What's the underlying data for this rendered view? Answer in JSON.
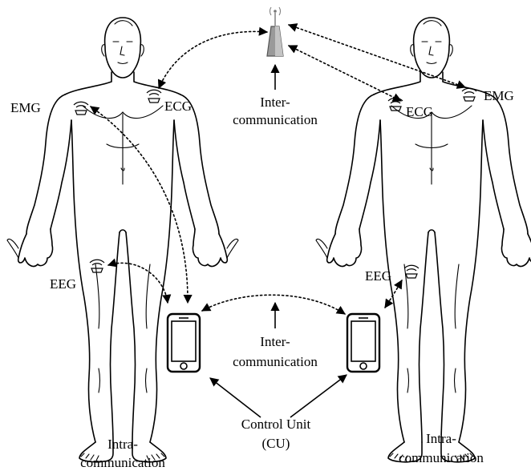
{
  "labels": {
    "ecg_left": "ECG",
    "emg_left": "EMG",
    "eeg_left": "EEG",
    "ecg_right": "ECG",
    "emg_right": "EMG",
    "eeg_right": "EEG",
    "inter_top_line1": "Inter-",
    "inter_top_line2": "communication",
    "inter_mid_line1": "Inter-",
    "inter_mid_line2": "communication",
    "control_unit_line1": "Control Unit",
    "control_unit_line2": "(CU)",
    "intra_left_line1": "Intra-",
    "intra_left_line2": "communication",
    "intra_right_line1": "Intra-",
    "intra_right_line2": "communication"
  },
  "icons": {
    "tower": "antenna-tower-icon",
    "phone": "smartphone-icon",
    "sensor": "wireless-sensor-icon"
  }
}
